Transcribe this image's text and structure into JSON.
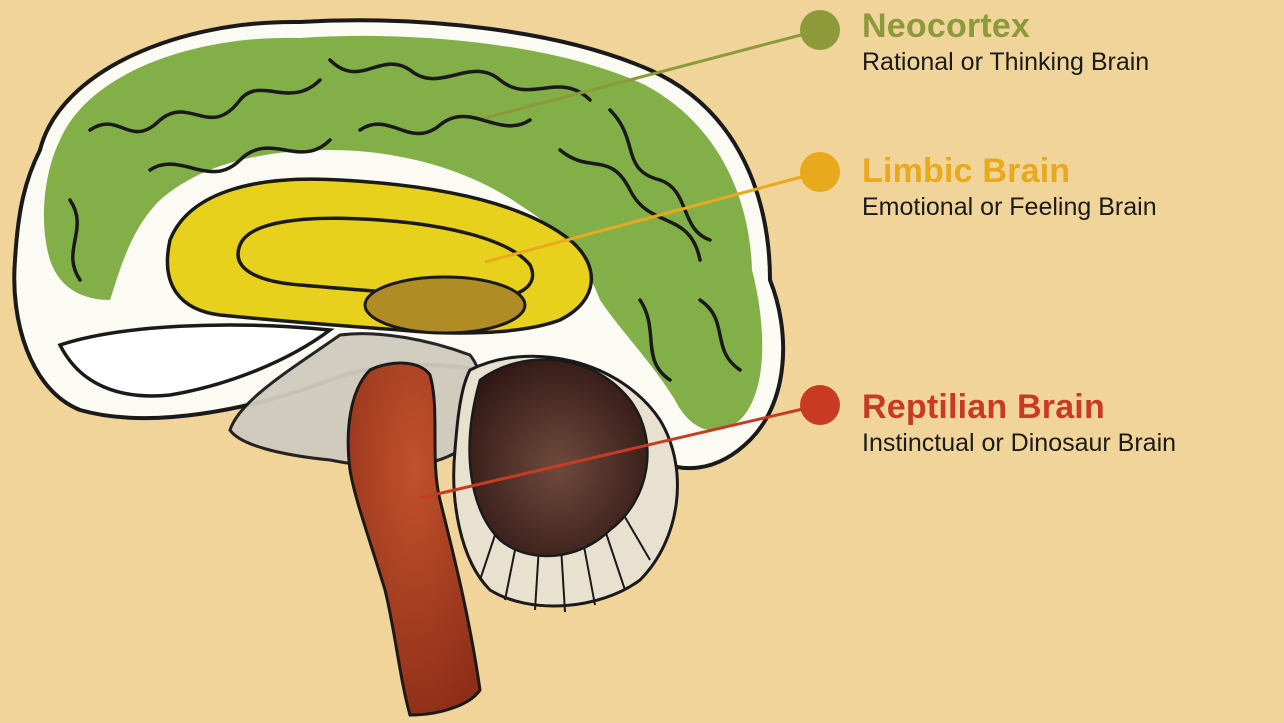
{
  "colors": {
    "background": "#f0d49a",
    "neocortex": "#8c9a3a",
    "limbic": "#e9a91c",
    "reptilian": "#c93a24",
    "cortex_fill": "#7cab3f",
    "limbic_fill": "#e8d11c",
    "brainstem_fill": "#a9381d",
    "cerebellum_fill": "#3c1f1a",
    "outline": "#1a1a1a"
  },
  "layers": [
    {
      "key": "neocortex",
      "title": "Neocortex",
      "subtitle": "Rational or Thinking Brain"
    },
    {
      "key": "limbic",
      "title": "Limbic Brain",
      "subtitle": "Emotional or Feeling Brain"
    },
    {
      "key": "reptilian",
      "title": "Reptilian Brain",
      "subtitle": "Instinctual or Dinosaur Brain"
    }
  ]
}
